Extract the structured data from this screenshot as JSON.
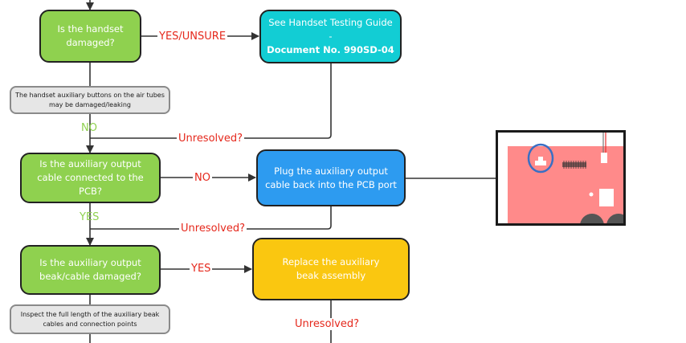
{
  "flowchart": {
    "nodes": {
      "q1": {
        "text": "Is the handset damaged?",
        "color": "#8fd14f"
      },
      "guide": {
        "line1": "See Handset Testing Guide -",
        "line2": "Document No. 990SD-04",
        "color": "#12cdd4"
      },
      "note1": {
        "text": "The handset auxiliary buttons on the air tubes may be damaged/leaking"
      },
      "q2": {
        "text": "Is the auxiliary output cable connected to the PCB?",
        "color": "#8fd14f"
      },
      "plug": {
        "text": "Plug the auxiliary output cable back into the PCB port",
        "color": "#2d9bf0"
      },
      "q3": {
        "text": "Is the auxiliary output beak/cable damaged?",
        "color": "#8fd14f"
      },
      "replace": {
        "text": "Replace the auxiliary beak assembly",
        "color": "#fac710"
      },
      "note2": {
        "text": "Inspect the full length of the auxiliary beak cables and connection points"
      }
    },
    "edge_labels": {
      "yes_unsure": "YES/UNSURE",
      "no1": "NO",
      "unresolved1": "Unresolved?",
      "no2": "NO",
      "yes1": "YES",
      "unresolved2": "Unresolved?",
      "yes2": "YES",
      "unresolved3": "Unresolved?"
    },
    "label_colors": {
      "decision_red": "#e5281c",
      "branch_green": "#8fd14f"
    },
    "image": {
      "description": "PCB photo with auxiliary port circled",
      "highlight_color": "#3a6fc4"
    }
  }
}
